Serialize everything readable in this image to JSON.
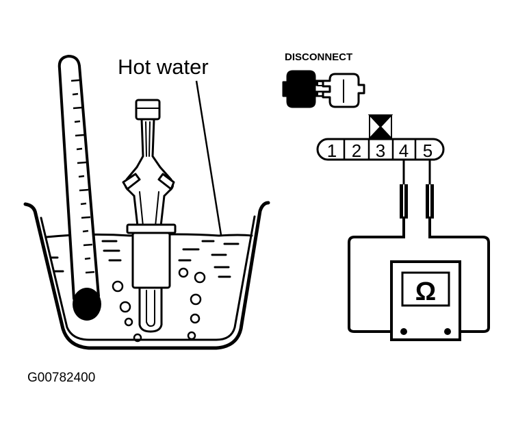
{
  "labels": {
    "hot_water": "Hot water",
    "disconnect": "DISCONNECT",
    "ohm_symbol": "Ω",
    "figure_id": "G00782400"
  },
  "connector_pins": [
    "1",
    "2",
    "3",
    "4",
    "5"
  ],
  "icons": {
    "thermometer": "thermometer-icon",
    "sensor": "temperature-sensor-icon",
    "connector": "disconnected-connector-icon",
    "ohmmeter": "ohmmeter-icon"
  },
  "colors": {
    "ink": "#000000",
    "paper": "#ffffff"
  }
}
